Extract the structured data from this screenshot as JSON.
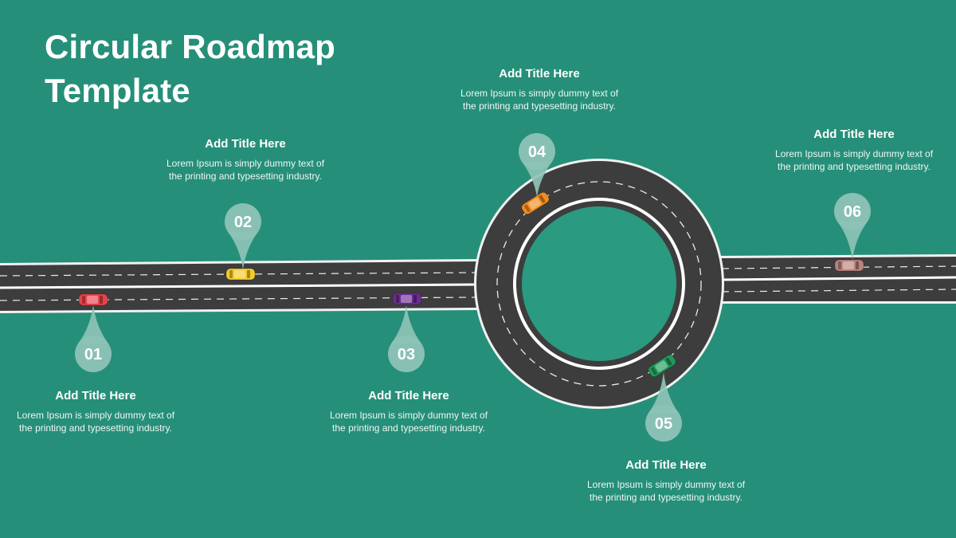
{
  "slide": {
    "title_line1": "Circular Roadmap",
    "title_line2": "Template"
  },
  "milestones": [
    {
      "number": "01",
      "title": "Add Title Here",
      "text": "Lorem Ipsum is simply dummy text of the printing and typesetting industry.",
      "car_color": "#e8434b",
      "position": "below-left-road"
    },
    {
      "number": "02",
      "title": "Add Title Here",
      "text": "Lorem Ipsum is simply dummy text of the printing and typesetting industry.",
      "car_color": "#f4cb2a",
      "position": "above-left-road"
    },
    {
      "number": "03",
      "title": "Add Title Here",
      "text": "Lorem Ipsum is simply dummy text of the printing and typesetting industry.",
      "car_color": "#6a2c91",
      "position": "below-left-road"
    },
    {
      "number": "04",
      "title": "Add Title Here",
      "text": "Lorem Ipsum is simply dummy text of the printing and typesetting industry.",
      "car_color": "#f28c1e",
      "position": "above-roundabout"
    },
    {
      "number": "05",
      "title": "Add Title Here",
      "text": "Lorem Ipsum is simply dummy text of the printing and typesetting industry.",
      "car_color": "#1f9a5a",
      "position": "below-roundabout"
    },
    {
      "number": "06",
      "title": "Add Title Here",
      "text": "Lorem Ipsum is simply dummy text of the printing and typesetting industry.",
      "car_color": "#b9837d",
      "position": "above-right-road"
    }
  ],
  "colors": {
    "background": "#268f79",
    "road": "#3d3d3d",
    "road_edge": "#f2f2f2",
    "lane_marking": "#ffffff",
    "pin": "#8dc3b7",
    "text": "#ffffff"
  }
}
